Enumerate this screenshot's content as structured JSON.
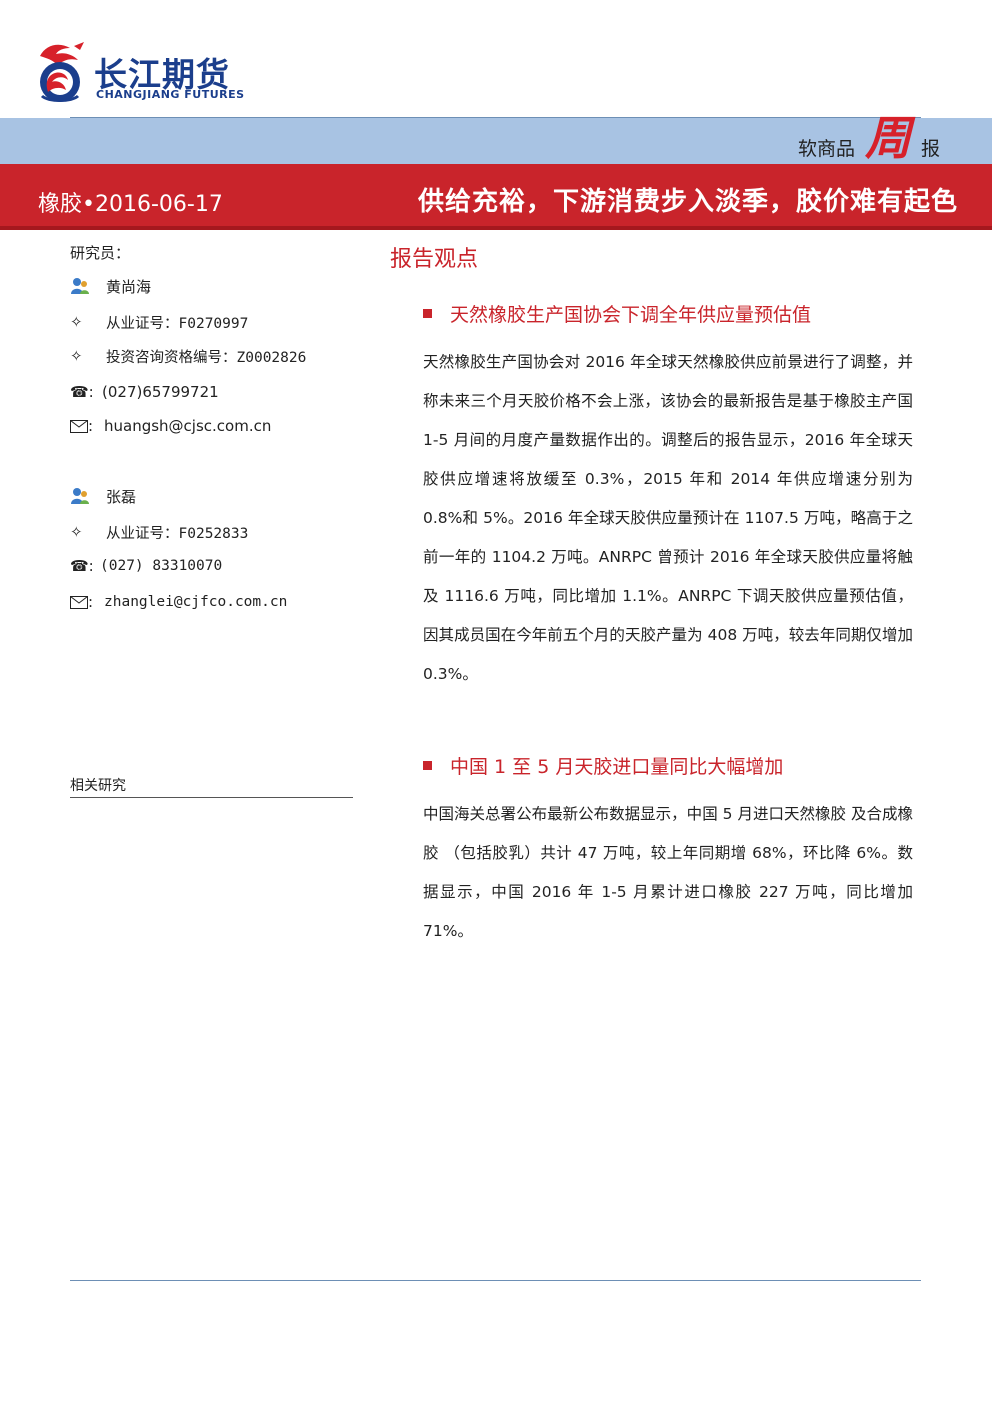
{
  "header": {
    "logo_cn": "长江期货",
    "logo_en": "CHANGJIANG FUTURES",
    "weekly_prefix": "软商品",
    "weekly_big": "周",
    "weekly_suffix": "报",
    "topic_date": "橡胶•2016-06-17",
    "headline": "供给充裕，下游消费步入淡季，胶价难有起色",
    "colors": {
      "brand_blue": "#1b3e8c",
      "band_blue": "#a8c3e3",
      "band_red": "#c9242b"
    }
  },
  "sidebar": {
    "label": "研究员：",
    "researchers": [
      {
        "name": "黄尚海",
        "license": "从业证号：F0270997",
        "consult": "投资咨询资格编号：Z0002826",
        "phone": "(027)65799721",
        "email": "huangsh@cjsc.com.cn"
      },
      {
        "name": "张磊",
        "license": "从业证号：F0252833",
        "phone": "(027) 83310070",
        "email": "zhanglei@cjfco.com.cn"
      }
    ],
    "icons": {
      "person": "person-icon",
      "diamond": "diamond-bullet-icon",
      "phone": "phone-icon",
      "mail": "mail-icon"
    },
    "related_label": "相关研究"
  },
  "main": {
    "view_title": "报告观点",
    "sections": [
      {
        "title": "天然橡胶生产国协会下调全年供应量预估值",
        "body": "天然橡胶生产国协会对 2016 年全球天然橡胶供应前景进行了调整，并称未来三个月天胶价格不会上涨，该协会的最新报告是基于橡胶主产国 1-5 月间的月度产量数据作出的。调整后的报告显示，2016 年全球天胶供应增速将放缓至 0.3%，2015 年和 2014 年供应增速分别为 0.8%和 5%。2016 年全球天胶供应量预计在 1107.5 万吨，略高于之前一年的 1104.2 万吨。ANRPC 曾预计 2016 年全球天胶供应量将触及 1116.6 万吨，同比增加 1.1%。ANRPC 下调天胶供应量预估值，因其成员国在今年前五个月的天胶产量为 408 万吨，较去年同期仅增加 0.3%。"
      },
      {
        "title": "中国 1 至 5 月天胶进口量同比大幅增加",
        "body": "中国海关总署公布最新公布数据显示，中国 5 月进口天然橡胶 及合成橡胶 （包括胶乳）共计 47 万吨，较上年同期增 68%，环比降 6%。数据显示，中国 2016 年 1-5 月累计进口橡胶 227 万吨，同比增加 71%。"
      }
    ]
  }
}
